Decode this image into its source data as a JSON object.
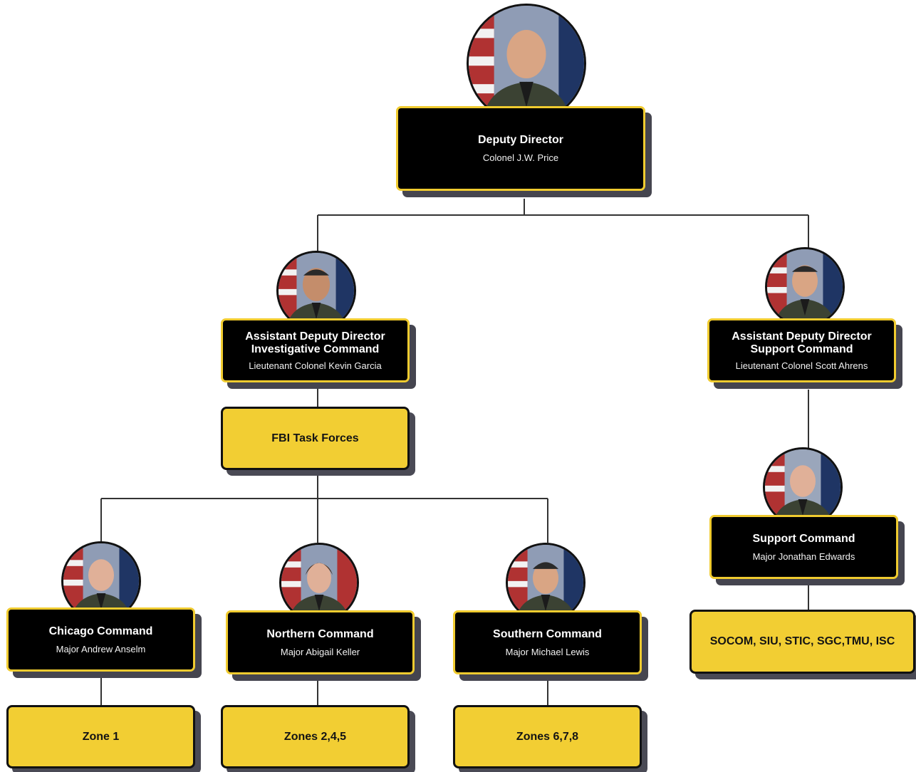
{
  "org": {
    "deputy_director": {
      "title": "Deputy Director",
      "name": "Colonel J.W. Price"
    },
    "investigative": {
      "title_line1": "Assistant Deputy Director",
      "title_line2": "Investigative Command",
      "name": "Lieutenant Colonel Kevin Garcia"
    },
    "support_add": {
      "title_line1": "Assistant Deputy Director",
      "title_line2": "Support Command",
      "name": "Lieutenant Colonel Scott Ahrens"
    },
    "fbi": {
      "label": "FBI Task Forces"
    },
    "support_command": {
      "title": "Support Command",
      "name": "Major Jonathan Edwards"
    },
    "support_units": {
      "label": "SOCOM, SIU, STIC, SGC,TMU, ISC"
    },
    "chicago": {
      "title": "Chicago Command",
      "name": "Major Andrew Anselm",
      "zones": "Zone 1"
    },
    "northern": {
      "title": "Northern Command",
      "name": "Major Abigail Keller",
      "zones": "Zones 2,4,5"
    },
    "southern": {
      "title": "Southern Command",
      "name": "Major Michael Lewis",
      "zones": "Zones 6,7,8"
    }
  },
  "colors": {
    "accent_yellow": "#F2CE33",
    "box_black": "#000000",
    "shadow": "#45454F",
    "line": "#333333"
  },
  "icons": [
    "portrait-photo"
  ]
}
